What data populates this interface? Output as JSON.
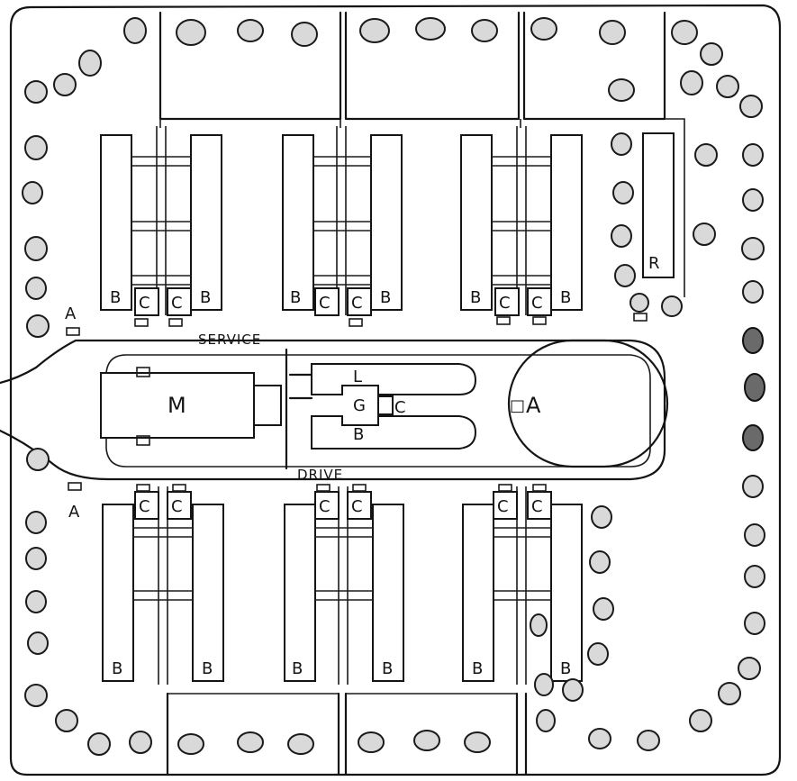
{
  "labels": {
    "mess_hall": "M",
    "assembly": "A",
    "parade_area": "A",
    "parade_prefix": "□",
    "latrine": "L",
    "recreation": "R",
    "barracks": "B",
    "cottage": "C",
    "center_cottage": "C",
    "center_b": "B",
    "center_mark": "G",
    "road_service": "SERVICE",
    "road_drive": "DRIVE"
  },
  "icons": {
    "tree": "tree-icon"
  }
}
